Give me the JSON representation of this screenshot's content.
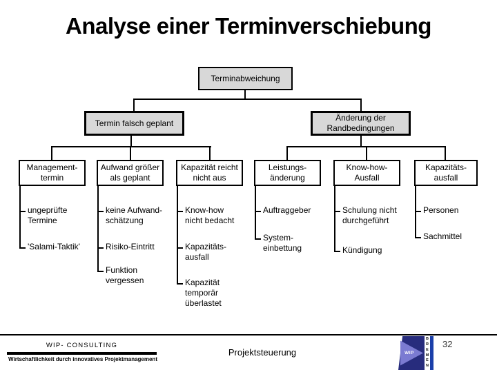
{
  "slide": {
    "title": "Analyse einer Terminverschiebung",
    "page_number": "32"
  },
  "footer": {
    "company": "WIP- CONSULTING",
    "tagline": "Wirtschaftlichkeit durch innovatives Projektmanagement",
    "center_label": "Projektsteuerung",
    "logo": {
      "arrow_text": "WIP",
      "city_letters": "B\nR\nE\nM\nE\nN"
    }
  },
  "tree": {
    "root": "Terminabweichung",
    "branches": [
      {
        "label": "Termin falsch geplant"
      },
      {
        "label": "Änderung der\nRandbedingungen"
      }
    ],
    "columns": [
      {
        "box": "Management-\ntermin",
        "items": [
          "ungeprüfte\nTermine",
          "'Salami-Taktik'"
        ]
      },
      {
        "box": "Aufwand größer\nals geplant",
        "items": [
          "keine Aufwand-\nschätzung",
          "Risiko-Eintritt",
          "Funktion\nvergessen"
        ]
      },
      {
        "box": "Kapazität reicht\nnicht aus",
        "items": [
          "Know-how\nnicht bedacht",
          "Kapazitäts-\nausfall",
          "Kapazität\ntemporär\nüberlastet"
        ]
      },
      {
        "box": "Leistungs-\nänderung",
        "items": [
          "Auftraggeber",
          "System-\neinbettung"
        ]
      },
      {
        "box": "Know-how-\nAusfall",
        "items": [
          "Schulung nicht\ndurchgeführt",
          "Kündigung"
        ]
      },
      {
        "box": "Kapazitäts-\nausfall",
        "items": [
          "Personen",
          "Sachmittel"
        ]
      }
    ]
  },
  "colors": {
    "box_fill": "#d8d8d8",
    "line": "#000000",
    "logo_navy": "#272c7d",
    "logo_violet": "#7b7bd2",
    "logo_blue": "#1b3faa"
  }
}
